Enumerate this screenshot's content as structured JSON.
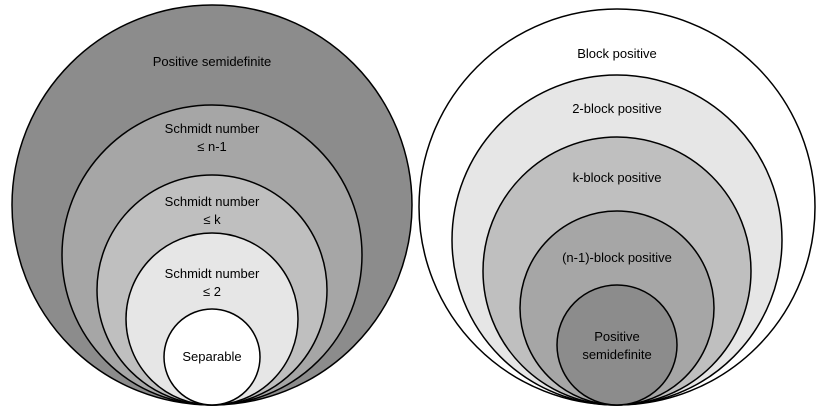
{
  "left_diagram": {
    "labels": {
      "psd": "Positive semidefinite",
      "sn_n1_a": "Schmidt number",
      "sn_n1_b": "≤ n-1",
      "sn_k_a": "Schmidt number",
      "sn_k_b": "≤ k",
      "sn_2_a": "Schmidt number",
      "sn_2_b": "≤ 2",
      "sep": "Separable"
    },
    "colors": [
      "#8c8c8c",
      "#a6a6a6",
      "#bfbfbf",
      "#e6e6e6",
      "#ffffff"
    ]
  },
  "right_diagram": {
    "labels": {
      "bp": "Block positive",
      "bp2": "2-block positive",
      "bpk": "k-block positive",
      "bpn1": "(n-1)-block positive",
      "psd_a": "Positive",
      "psd_b": "semidefinite"
    },
    "colors": [
      "#ffffff",
      "#e6e6e6",
      "#bfbfbf",
      "#a6a6a6",
      "#8c8c8c"
    ]
  }
}
